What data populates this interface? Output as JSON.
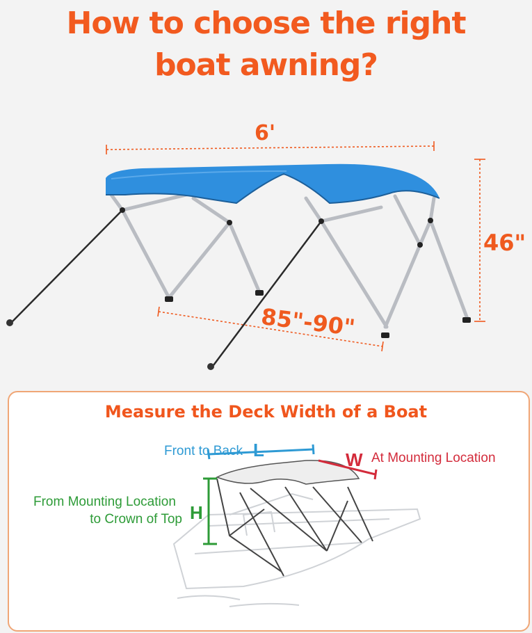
{
  "header": {
    "title_line1": "How to choose the right",
    "title_line2": "boat awning?"
  },
  "dimensions": {
    "width": "6'",
    "height": "46\"",
    "depth": "85\"-90\""
  },
  "colors": {
    "accent": "#f25a1f",
    "canopy": "#2f8fde",
    "length": "#2e9ad4",
    "width": "#d32b3b",
    "height": "#2d9b37"
  },
  "panel": {
    "title": "Measure the Deck Width of a Boat",
    "front_to_back": "Front to Back",
    "length_letter": "L",
    "width_letter": "W",
    "at_mounting": "At Mounting Location",
    "from_mounting_line1": "From Mounting Location",
    "from_mounting_line2": "to Crown of Top",
    "height_letter": "H"
  }
}
